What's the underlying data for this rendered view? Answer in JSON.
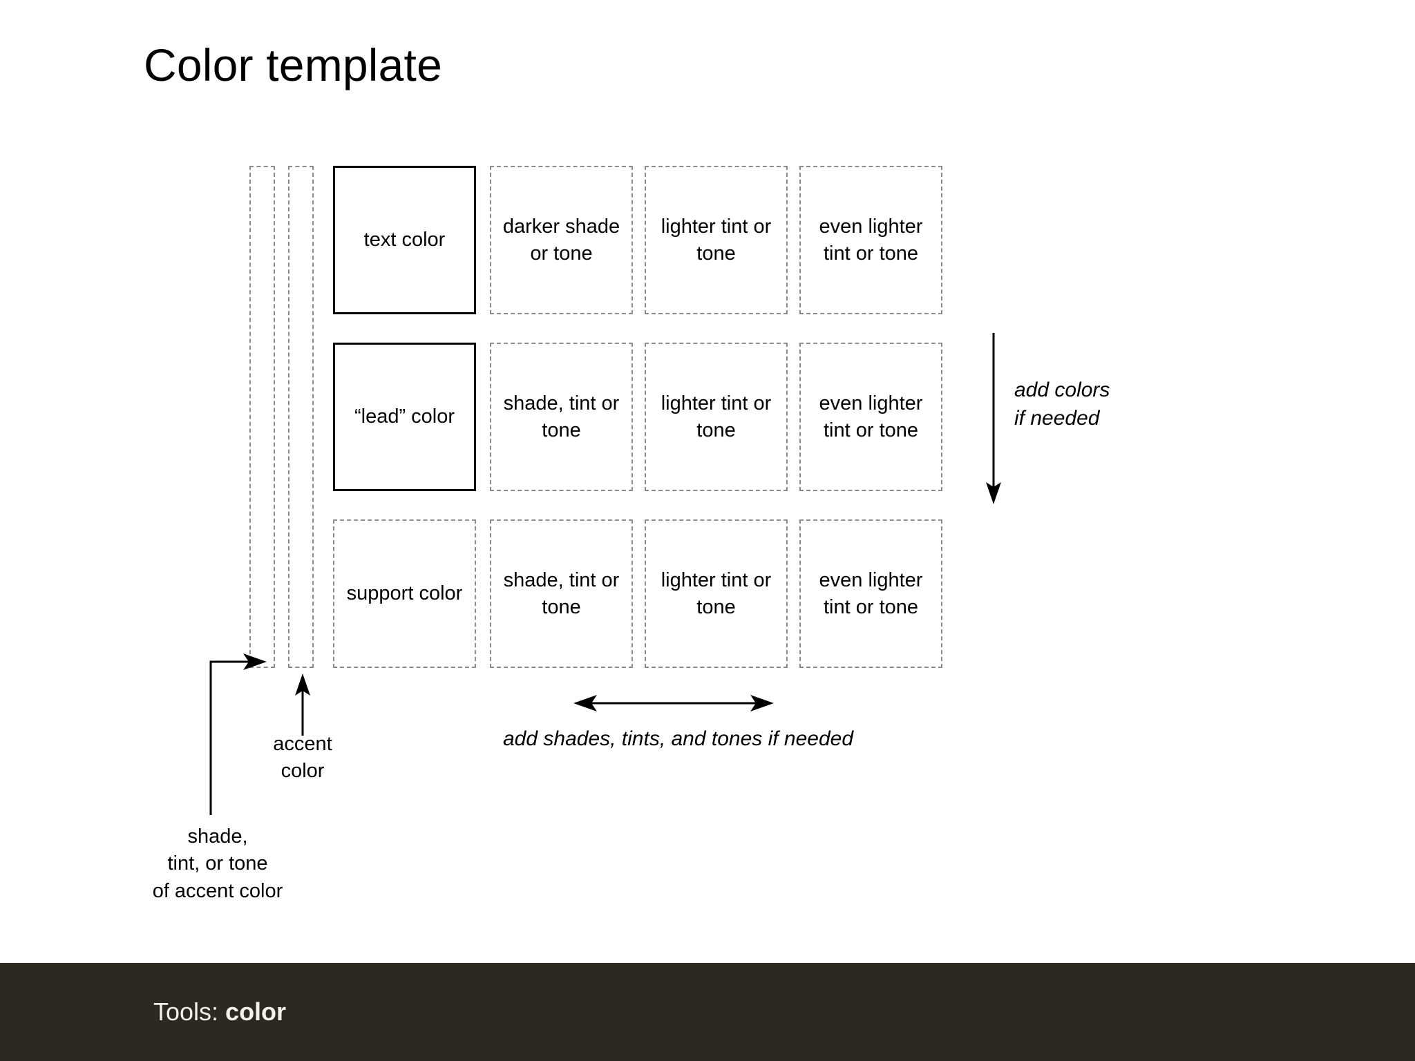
{
  "slide": {
    "title": "Color template",
    "background_color": "#ffffff"
  },
  "colors": {
    "dashed_border": "#8c8c8c",
    "solid_border": "#000000",
    "text": "#000000",
    "footer_background": "#2e2920",
    "footer_text": "#f5f1e8"
  },
  "grid": {
    "accent_strips": [
      {
        "name": "shade-tint-or-tone-of-accent-color-strip"
      },
      {
        "name": "accent-color-strip"
      }
    ],
    "rows": [
      {
        "id": "text-color-row",
        "cells": [
          {
            "label": "text color",
            "style": "solid"
          },
          {
            "label": "darker shade or tone",
            "style": "dashed"
          },
          {
            "label": "lighter tint or tone",
            "style": "dashed"
          },
          {
            "label": "even lighter tint or tone",
            "style": "dashed"
          }
        ]
      },
      {
        "id": "lead-color-row",
        "cells": [
          {
            "label": "“lead” color",
            "style": "solid"
          },
          {
            "label": "shade, tint or tone",
            "style": "dashed"
          },
          {
            "label": "lighter tint or tone",
            "style": "dashed"
          },
          {
            "label": "even lighter tint or tone",
            "style": "dashed"
          }
        ]
      },
      {
        "id": "support-color-row",
        "cells": [
          {
            "label": "support color",
            "style": "dashed"
          },
          {
            "label": "shade, tint or tone",
            "style": "dashed"
          },
          {
            "label": "lighter tint or tone",
            "style": "dashed"
          },
          {
            "label": "even lighter tint or tone",
            "style": "dashed"
          }
        ]
      }
    ]
  },
  "annotations": {
    "add_colors": "add colors\nif needed",
    "add_colors_line1": "add colors",
    "add_colors_line2": "if needed",
    "add_shades": "add shades, tints, and tones if needed",
    "accent_color_line1": "accent",
    "accent_color_line2": "color",
    "accent_shade_line1": "shade,",
    "accent_shade_line2": "tint, or tone",
    "accent_shade_line3": "of accent color"
  },
  "footer": {
    "prefix": "Tools: ",
    "emphasis": "color"
  }
}
